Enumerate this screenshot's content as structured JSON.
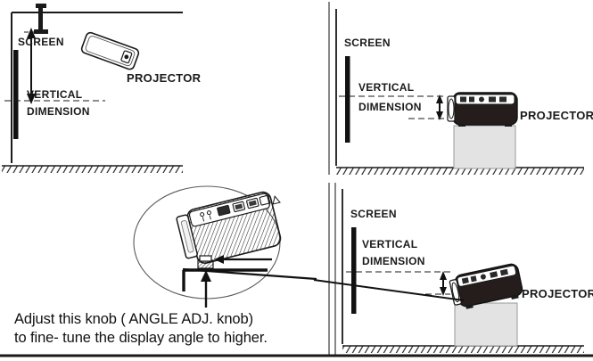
{
  "figure": {
    "title_caption_lines": [
      "Adjust this knob ( ANGLE ADJ. knob)",
      "to fine- tune the display angle to higher."
    ]
  },
  "panels": {
    "top_left": {
      "name": "ceiling-mounted-projector",
      "screen_label": "SCREEN",
      "vertical_label": "VERTICAL",
      "dimension_label": "DIMENSION",
      "projector_label": "PROJECTOR"
    },
    "top_right": {
      "name": "table-mounted-projector-level",
      "screen_label": "SCREEN",
      "vertical_label": "VERTICAL",
      "dimension_label": "DIMENSION",
      "projector_label": "PROJECTOR"
    },
    "bottom_right": {
      "name": "table-mounted-projector-tilted",
      "screen_label": "SCREEN",
      "vertical_label": "VERTICAL",
      "dimension_label": "DIMENSION",
      "projector_label": "PROJECTOR"
    },
    "bottom_left": {
      "name": "angle-adjustment-knob-detail",
      "caption_line_1": "Adjust this knob ( ANGLE ADJ. knob)",
      "caption_line_2": "to fine- tune the display angle to higher."
    }
  },
  "colors": {
    "line": "#1a1a1a",
    "screen_bar": "#111111",
    "projector_body": "#241d1b",
    "table_fill": "#e3e3e3",
    "background": "#ffffff"
  }
}
